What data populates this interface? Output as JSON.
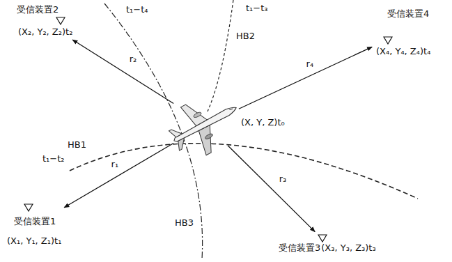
{
  "diagram": {
    "nodes": [
      {
        "text": [
          "受信装置2",
          "(X₂, Y₂, Z₂)t₂"
        ]
      },
      {
        "text": [
          "受信装置4",
          "(X₄, Y₄, Z₄)t₄"
        ]
      },
      {
        "text": [
          "(X, Y, Z)t₀"
        ]
      },
      {
        "text": [
          "受信装置1",
          "(X₁, Y₁, Z₁)t₁"
        ]
      },
      {
        "text": [
          "受信装置3",
          "(X₃, Y₃, Z₃)t₃"
        ]
      }
    ],
    "edges": [
      {
        "from": 2,
        "to": 3,
        "arrow": "to",
        "label": "r₁"
      },
      {
        "from": 2,
        "to": 0,
        "arrow": "to",
        "label": "r₂"
      },
      {
        "from": 2,
        "to": 4,
        "arrow": "to",
        "label": "r₃"
      },
      {
        "from": 2,
        "to": 1,
        "arrow": "to",
        "label": "r₄"
      }
    ],
    "labels": [
      "t₁−t₄",
      "t₁−t₃",
      "HB2",
      "t₁−t₂",
      "HB1",
      "HB3"
    ]
  }
}
